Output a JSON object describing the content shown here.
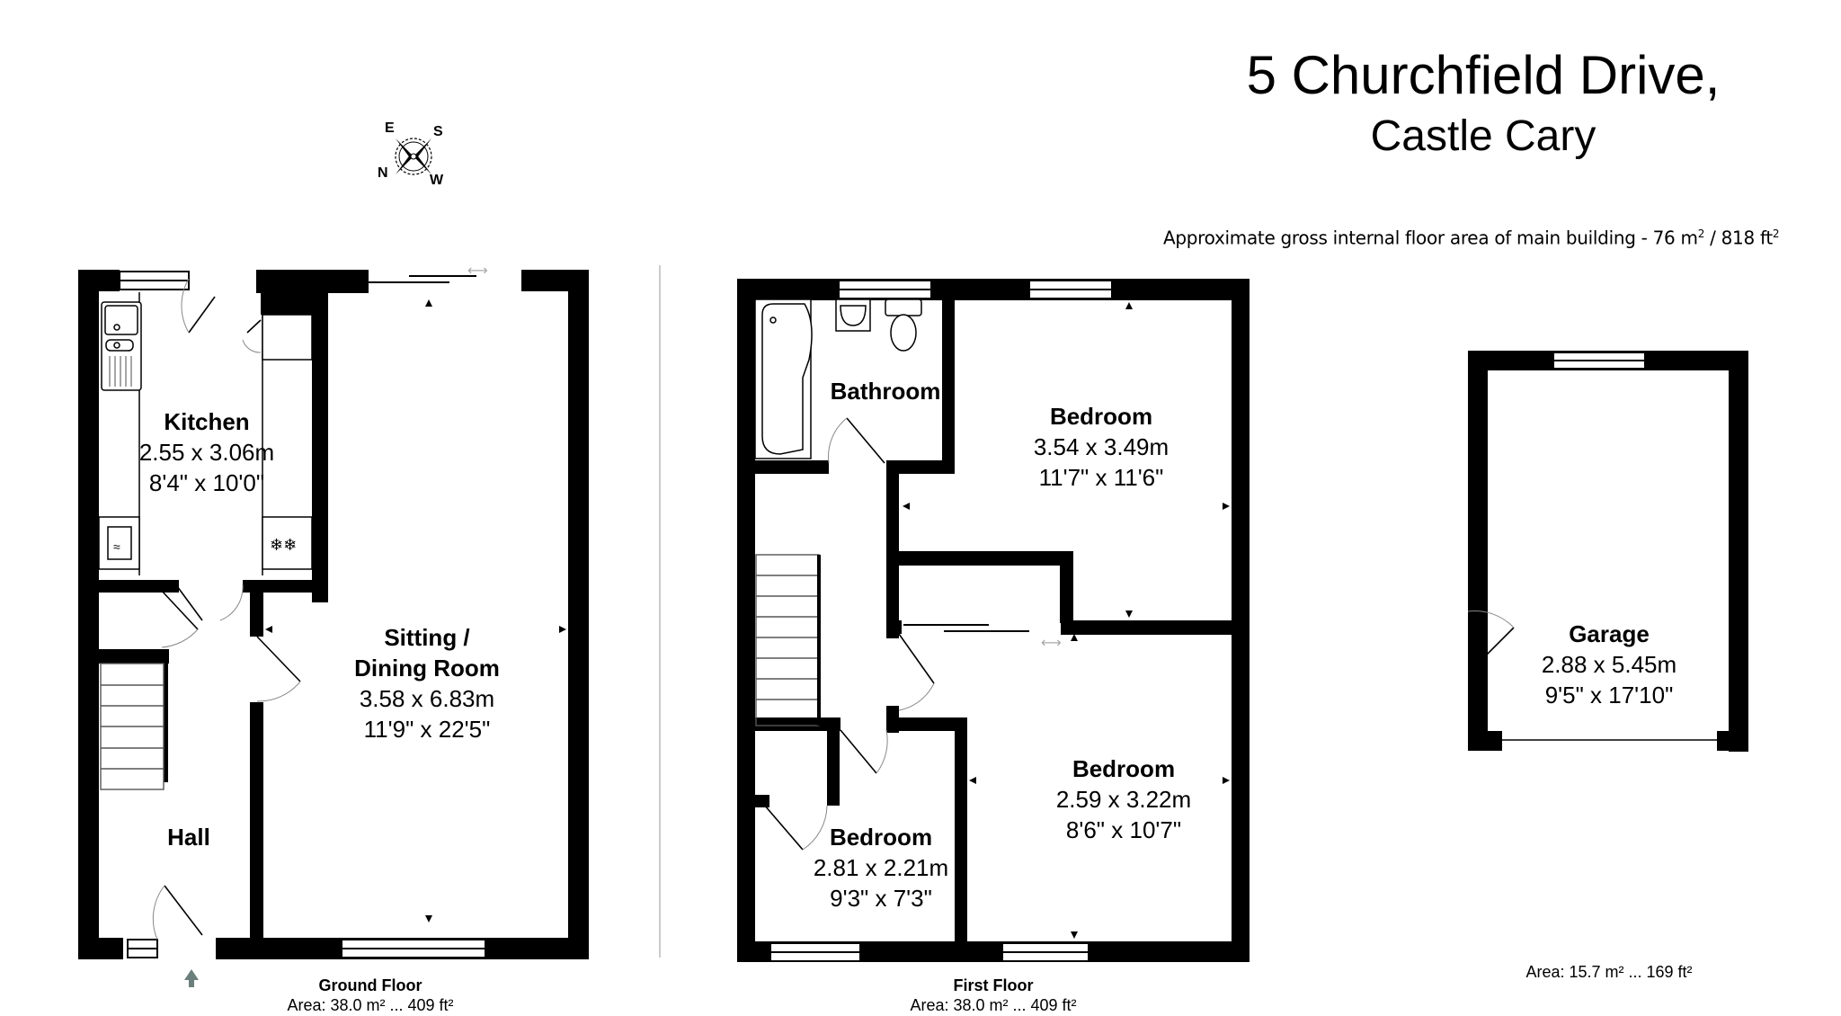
{
  "header": {
    "title": "5 Churchfield Drive,",
    "subtitle": "Castle Cary",
    "gross_area_prefix": "Approximate gross internal floor area of main building  -  76 m",
    "gross_area_sup1": "2",
    "gross_area_mid": " /  818 ft",
    "gross_area_sup2": "2"
  },
  "compass": {
    "icon": "compass-rose-icon",
    "labels": {
      "top_left": "E",
      "top_right": "S",
      "bottom_left": "N",
      "bottom_right": "W"
    }
  },
  "ground_floor": {
    "label": "Ground Floor",
    "area": "Area: 38.0 m² ... 409 ft²",
    "entrance_icon": "entrance-arrow-icon",
    "rooms": [
      {
        "name": "Kitchen",
        "metric": "2.55 x 3.06m",
        "imperial": "8'4\" x 10'0\""
      },
      {
        "name": "Sitting /",
        "name2": "Dining Room",
        "metric": "3.58 x 6.83m",
        "imperial": "11'9\" x 22'5\""
      },
      {
        "name": "Hall"
      }
    ]
  },
  "first_floor": {
    "label": "First Floor",
    "area": "Area: 38.0 m² ... 409 ft²",
    "rooms": [
      {
        "name": "Bathroom"
      },
      {
        "name": "Bedroom",
        "metric": "3.54 x 3.49m",
        "imperial": "11'7\" x 11'6\""
      },
      {
        "name": "Bedroom",
        "metric": "2.59 x 3.22m",
        "imperial": "8'6\" x 10'7\""
      },
      {
        "name": "Bedroom",
        "metric": "2.81 x 2.21m",
        "imperial": "9'3\" x 7'3\""
      }
    ]
  },
  "garage": {
    "room": {
      "name": "Garage",
      "metric": "2.88 x 5.45m",
      "imperial": "9'5\" x 17'10\""
    },
    "area": "Area: 15.7 m² ... 169 ft²"
  },
  "colors": {
    "wall": "#000000",
    "background": "#ffffff",
    "entrance_arrow": "#6b7f7c",
    "door_arc": "#888888"
  }
}
